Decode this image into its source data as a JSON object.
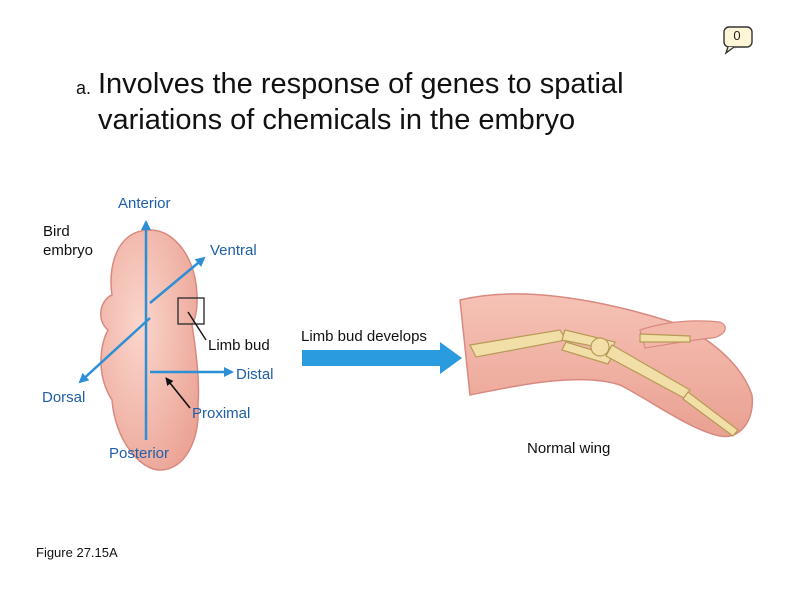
{
  "slide": {
    "badge_number": "0",
    "bullet_marker": "a.",
    "bullet_line1": "Involves the response of genes to spatial",
    "bullet_line2": "variations of chemicals in the embryo",
    "figure_caption": "Figure 27.15A"
  },
  "diagram": {
    "labels": {
      "anterior": "Anterior",
      "bird_embryo_1": "Bird",
      "bird_embryo_2": "embryo",
      "ventral": "Ventral",
      "limb_bud": "Limb bud",
      "distal": "Distal",
      "dorsal": "Dorsal",
      "proximal": "Proximal",
      "posterior": "Posterior",
      "limb_bud_develops": "Limb bud develops",
      "normal_wing": "Normal wing"
    },
    "colors": {
      "axis_blue": "#2d8fd6",
      "label_blue": "#1f5fa8",
      "embryo_fill": "#f4b4a8",
      "embryo_edge": "#d98a80",
      "bone": "#f2dfa8",
      "bone_edge": "#b79a55",
      "big_arrow": "#2b9be0"
    }
  }
}
